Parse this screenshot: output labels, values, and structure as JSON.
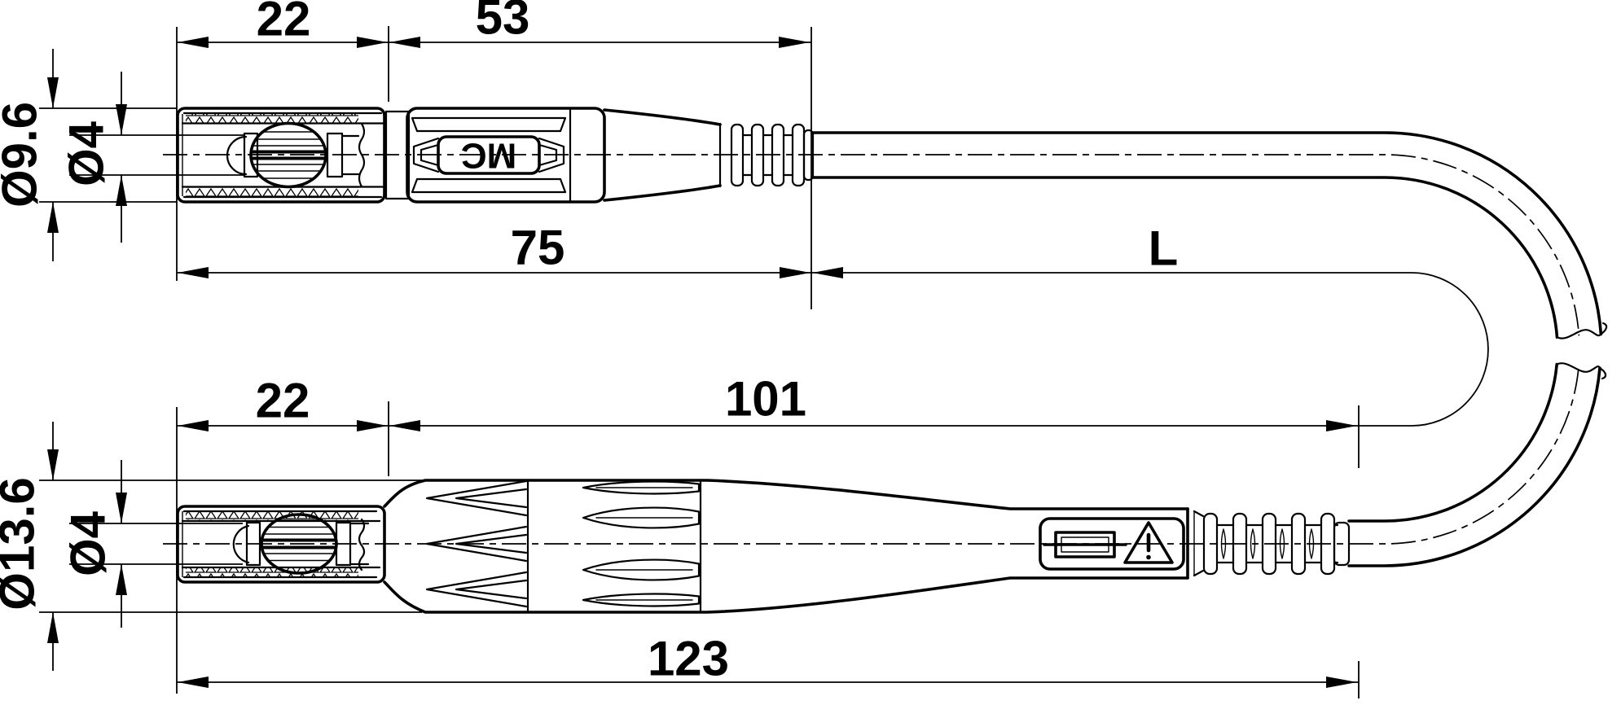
{
  "drawing": {
    "type": "technical-dimension-drawing",
    "background_color": "#ffffff",
    "line_color": "#000000",
    "top_plug": {
      "brand": "MC",
      "dim_pin_length": "22",
      "dim_body_length": "53",
      "dim_plug_length": "75",
      "dim_cable_length": "L",
      "dia_sleeve": "Ø9.6",
      "dia_pin": "Ø4"
    },
    "bottom_plug": {
      "dim_pin_length": "22",
      "dim_body_length": "101",
      "dim_total_length": "123",
      "dia_body": "Ø13.6",
      "dia_pin": "Ø4",
      "symbols": [
        "fuse-icon",
        "warning-triangle-icon"
      ]
    }
  }
}
